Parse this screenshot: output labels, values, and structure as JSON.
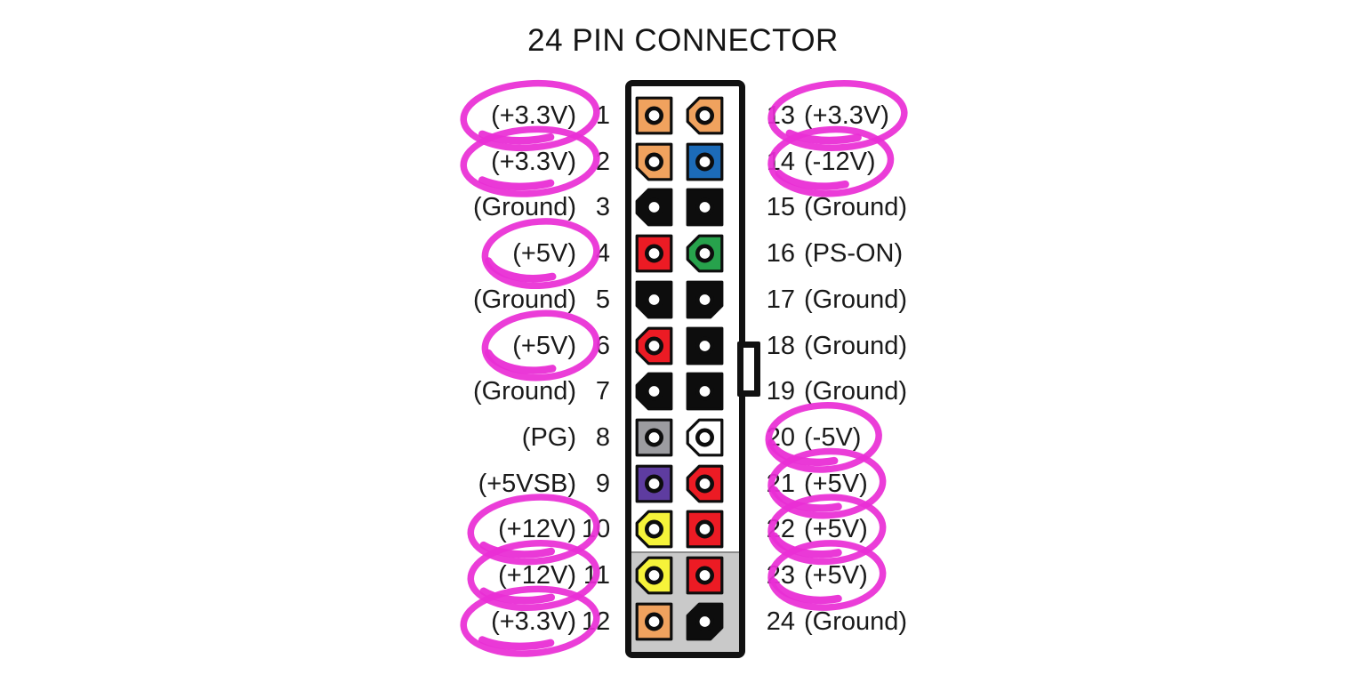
{
  "title": "24 PIN CONNECTOR",
  "colors": {
    "orange": "#F0A25E",
    "blue": "#1C6BB8",
    "red": "#EC1B24",
    "green": "#27A24C",
    "gray": "#9C9CA0",
    "purple": "#5E3CA0",
    "yellow": "#F6F33A",
    "black": "#0D0D0D",
    "white": "#FFFFFF",
    "frame": "#111111",
    "detachable_section": "#C9C9C9",
    "highlight": "#E92ED5",
    "text": "#1A1A1A"
  },
  "pins": [
    {
      "left": {
        "label": "(+3.3V)",
        "number": "1",
        "color": "orange",
        "circled": true,
        "corners": []
      },
      "right": {
        "number": "13",
        "label": "(+3.3V)",
        "color": "orange",
        "circled": true,
        "corners": [
          "tl",
          "bl"
        ]
      }
    },
    {
      "left": {
        "label": "(+3.3V)",
        "number": "2",
        "color": "orange",
        "circled": true,
        "corners": [
          "bl"
        ]
      },
      "right": {
        "number": "14",
        "label": "(-12V)",
        "color": "blue",
        "circled": true,
        "corners": []
      }
    },
    {
      "left": {
        "label": "(Ground)",
        "number": "3",
        "color": "black",
        "circled": false,
        "corners": [
          "tl",
          "bl"
        ]
      },
      "right": {
        "number": "15",
        "label": "(Ground)",
        "color": "black",
        "circled": false,
        "corners": []
      }
    },
    {
      "left": {
        "label": "(+5V)",
        "number": "4",
        "color": "red",
        "circled": true,
        "corners": []
      },
      "right": {
        "number": "16",
        "label": "(PS-ON)",
        "color": "green",
        "circled": false,
        "corners": [
          "tl",
          "bl"
        ]
      }
    },
    {
      "left": {
        "label": "(Ground)",
        "number": "5",
        "color": "black",
        "circled": false,
        "corners": [
          "bl"
        ]
      },
      "right": {
        "number": "17",
        "label": "(Ground)",
        "color": "black",
        "circled": false,
        "corners": [
          "br"
        ]
      }
    },
    {
      "left": {
        "label": "(+5V)",
        "number": "6",
        "color": "red",
        "circled": true,
        "corners": [
          "tl",
          "bl"
        ]
      },
      "right": {
        "number": "18",
        "label": "(Ground)",
        "color": "black",
        "circled": false,
        "corners": []
      }
    },
    {
      "left": {
        "label": "(Ground)",
        "number": "7",
        "color": "black",
        "circled": false,
        "corners": [
          "tl",
          "bl"
        ]
      },
      "right": {
        "number": "19",
        "label": "(Ground)",
        "color": "black",
        "circled": false,
        "corners": []
      }
    },
    {
      "left": {
        "label": "(PG)",
        "number": "8",
        "color": "gray",
        "circled": false,
        "corners": []
      },
      "right": {
        "number": "20",
        "label": "(-5V)",
        "color": "white",
        "circled": true,
        "corners": [
          "tl",
          "bl"
        ]
      }
    },
    {
      "left": {
        "label": "(+5VSB)",
        "number": "9",
        "color": "purple",
        "circled": false,
        "corners": []
      },
      "right": {
        "number": "21",
        "label": "(+5V)",
        "color": "red",
        "circled": true,
        "corners": [
          "tl",
          "bl"
        ]
      }
    },
    {
      "left": {
        "label": "(+12V)",
        "number": "10",
        "color": "yellow",
        "circled": true,
        "corners": [
          "tl",
          "bl"
        ]
      },
      "right": {
        "number": "22",
        "label": "(+5V)",
        "color": "red",
        "circled": true,
        "corners": []
      }
    },
    {
      "left": {
        "label": "(+12V)",
        "number": "11",
        "color": "yellow",
        "circled": true,
        "corners": [
          "tl",
          "bl"
        ]
      },
      "right": {
        "number": "23",
        "label": "(+5V)",
        "color": "red",
        "circled": true,
        "corners": []
      }
    },
    {
      "left": {
        "label": "(+3.3V)",
        "number": "12",
        "color": "orange",
        "circled": true,
        "corners": []
      },
      "right": {
        "number": "24",
        "label": "(Ground)",
        "color": "black",
        "circled": false,
        "corners": [
          "tl",
          "br"
        ]
      }
    }
  ]
}
